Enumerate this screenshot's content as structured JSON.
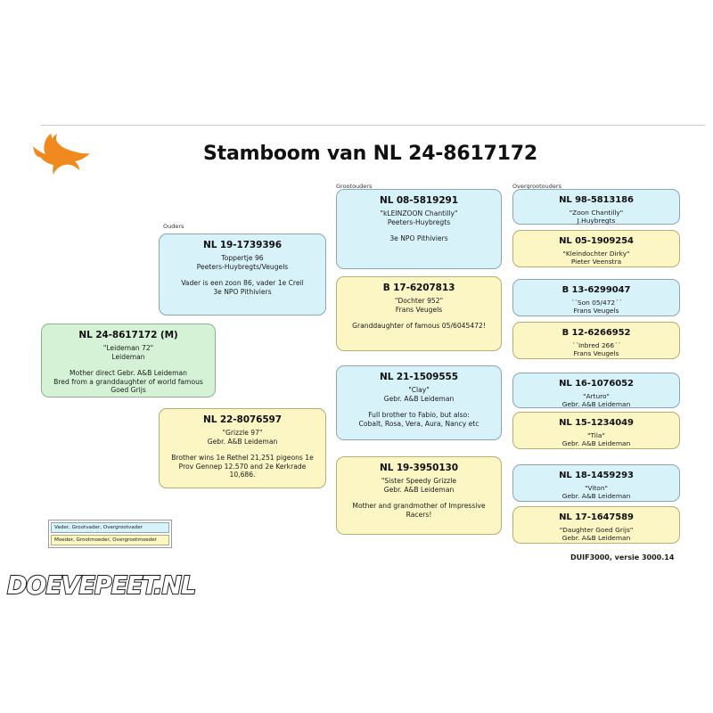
{
  "document": {
    "title": "Stamboom van NL 24-8617172",
    "footer": "DUIF3000, versie 3000.14",
    "watermark": "DOEVEPEET.NL",
    "logo_icon": "flying-pigeon-icon",
    "logo_color": "#f08a1e"
  },
  "colors": {
    "male_fill": "#d7f2f9",
    "female_fill": "#fbf6c4",
    "subject_fill": "#d6f2d6",
    "border": "#8f8f8f"
  },
  "column_captions": {
    "parents": "Ouders",
    "grandparents": "Grootouders",
    "greatgrandparents": "Overgrootouders"
  },
  "subject": {
    "ring": "NL 24-8617172 (M)",
    "name": "\"Leideman 72\"",
    "fancier": "Leideman",
    "note": "Mother direct Gebr. A&B Leideman\nBred from a granddaughter of world famous Goed Grijs"
  },
  "parents": [
    {
      "ring": "NL 19-1739396",
      "name": "Toppertje 96",
      "fancier": "Peeters-Huybregts/Veugels",
      "note": "Vader is een zoon 86, vader 1e Creil\n3e NPO Pithiviers",
      "sex": "male"
    },
    {
      "ring": "NL 22-8076597",
      "name": "\"Grizzle 97\"",
      "fancier": "Gebr. A&B Leideman",
      "note": "Brother wins 1e Rethel 21,251 pigeons 1e Prov Gennep 12.570 and 2e Kerkrade 10,686.",
      "sex": "female"
    }
  ],
  "grandparents": [
    {
      "ring": "NL 08-5819291",
      "name": "\"kLEINZOON Chantilly\"",
      "fancier": "Peeters-Huybregts",
      "note": "3e NPO Pithiviers",
      "sex": "male"
    },
    {
      "ring": "B 17-6207813",
      "name": "\"Dochter 952\"",
      "fancier": "Frans Veugels",
      "note": "Granddaughter of famous 05/6045472!",
      "sex": "female"
    },
    {
      "ring": "NL 21-1509555",
      "name": "\"Clay\"",
      "fancier": "Gebr. A&B Leideman",
      "note": "Full brother to Fabio, but also:\nCobalt, Rosa, Vera, Aura, Nancy etc",
      "sex": "male"
    },
    {
      "ring": "NL 19-3950130",
      "name": "\"Sister Speedy Grizzle",
      "fancier": "Gebr. A&B Leideman",
      "note": "Mother and grandmother of Impressive Racers!",
      "sex": "female"
    }
  ],
  "greatgrandparents": [
    {
      "ring": "NL 98-5813186",
      "name": "\"Zoon Chantilly\"",
      "fancier": "J.Huybregts",
      "sex": "male"
    },
    {
      "ring": "NL 05-1909254",
      "name": "\"Kleindochter Dirky\"",
      "fancier": "Pieter Veenstra",
      "sex": "female"
    },
    {
      "ring": "B 13-6299047",
      "name": "´´Son 05/472´´",
      "fancier": "Frans Veugels",
      "sex": "male"
    },
    {
      "ring": "B 12-6266952",
      "name": "´´Inbred 266´´",
      "fancier": "Frans Veugels",
      "sex": "female"
    },
    {
      "ring": "NL 16-1076052",
      "name": "\"Arturo\"",
      "fancier": "Gebr. A&B Leideman",
      "sex": "male"
    },
    {
      "ring": "NL 15-1234049",
      "name": "\"Tila\"",
      "fancier": "Gebr. A&B Leideman",
      "sex": "female"
    },
    {
      "ring": "NL 18-1459293",
      "name": "\"Viton\"",
      "fancier": "Gebr. A&B Leideman",
      "sex": "male"
    },
    {
      "ring": "NL 17-1647589",
      "name": "\"Daughter Goed Grijs\"",
      "fancier": "Gebr. A&B Leideman",
      "sex": "female"
    }
  ],
  "legend": {
    "male": "Vader, Grootvader, Overgrootvader",
    "female": "Moeder, Grootmoeder, Overgrootmoeder"
  }
}
